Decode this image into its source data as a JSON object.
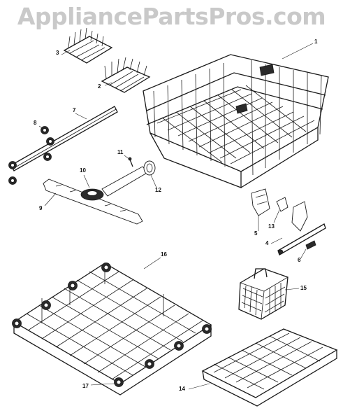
{
  "watermark": "AppliancePartsPros.com",
  "callouts": {
    "c1": "1",
    "c2": "2",
    "c3": "3",
    "c4": "4",
    "c5": "5",
    "c6": "6",
    "c7": "7",
    "c8": "8",
    "c9": "9",
    "c10": "10",
    "c11": "11",
    "c12": "12",
    "c13": "13",
    "c14": "14",
    "c15": "15",
    "c16": "16",
    "c17": "17"
  }
}
